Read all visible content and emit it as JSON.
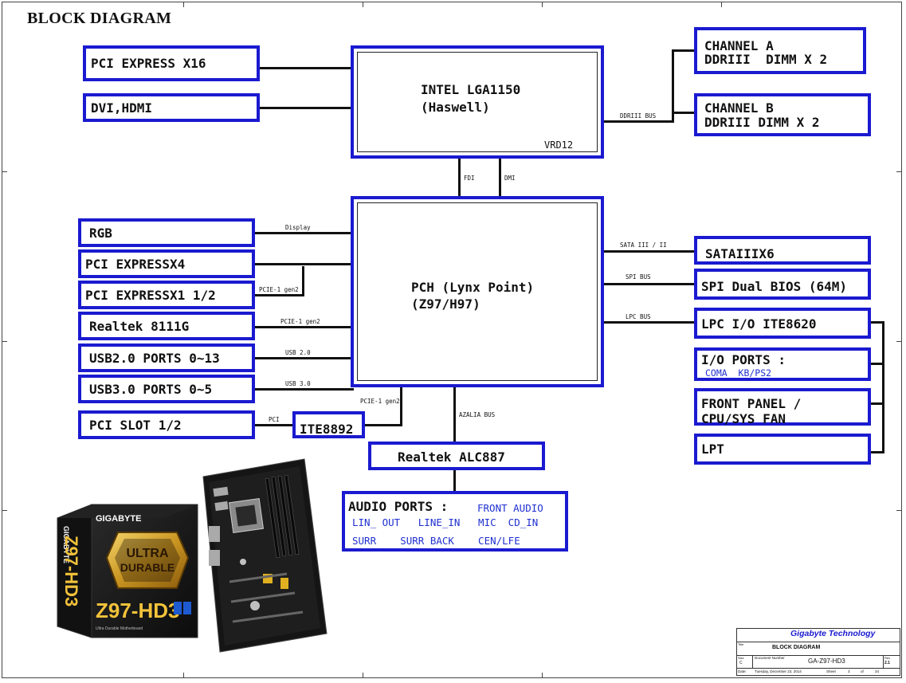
{
  "title": "BLOCK DIAGRAM",
  "blocks": {
    "pcie_x16": "PCI EXPRESS X16",
    "dvi_hdmi": "DVI,HDMI",
    "cpu_line1": "INTEL LGA1150",
    "cpu_line2": "(Haswell)",
    "cpu_vrd": "VRD12",
    "chan_a_line1": "CHANNEL A",
    "chan_a_line2": "DDRIII  DIMM X 2",
    "chan_b_line1": "CHANNEL B",
    "chan_b_line2": "DDRIII DIMM X 2",
    "rgb": "RGB",
    "pcie_x4": "PCI EXPRESSX4",
    "pcie_x1": "PCI EXPRESSX1 1/2",
    "realtek_lan": "Realtek 8111G",
    "usb2": "USB2.0 PORTS 0~13",
    "usb3": "USB3.0 PORTS 0~5",
    "pci_slot": "PCI SLOT 1/2",
    "ite8892": "ITE8892",
    "pch_line1": "PCH (Lynx Point)",
    "pch_line2": "(Z97/H97)",
    "sata": "SATAIIIX6",
    "spi_bios": "SPI Dual BIOS (64M)",
    "lpc_io": "LPC I/O ITE8620",
    "io_ports": "I/O PORTS :",
    "io_ports_sub": "COMA  KB/PS2",
    "front_panel_line1": "FRONT PANEL /",
    "front_panel_line2": "CPU/SYS FAN",
    "lpt": "LPT",
    "audio_codec": "Realtek ALC887",
    "audio_ports": "AUDIO PORTS :",
    "audio_front": "FRONT AUDIO",
    "audio_row1": "LIN_ OUT   LINE_IN   MIC  CD_IN",
    "audio_row2": "SURR    SURR BACK    CEN/LFE"
  },
  "bus_labels": {
    "ddr_bus": "DDRIII BUS",
    "fdi": "FDI",
    "dmi": "DMI",
    "display": "Display",
    "pcie1_gen2_a": "PCIE-1 gen2",
    "pcie1_gen2_b": "PCIE-1 gen2",
    "pcie1_gen2_c": "PCIE-1 gen2",
    "usb20": "USB 2.0",
    "usb30": "USB 3.0",
    "pci": "PCI",
    "azalia": "AZALIA BUS",
    "sata_bus": "SATA III / II",
    "spi_bus": "SPI BUS",
    "lpc_bus": "LPC BUS"
  },
  "product_image": {
    "brand": "GIGABYTE",
    "badge_line1": "ULTRA",
    "badge_line2": "DURABLE",
    "model": "Z97-HD3",
    "side_model": "Z97-HD3",
    "caption": "Ultra Durable Motherboard"
  },
  "title_block": {
    "company": "Gigabyte Technology",
    "title_label": "Title",
    "title_value": "BLOCK DIAGRAM",
    "size_label": "Size",
    "size_value": "C",
    "docnum_label": "Document Number",
    "docnum_value": "GA-Z97-HD3",
    "rev_label": "Rev",
    "rev_value": "2.1",
    "date_label": "Date:",
    "date_value": "Tuesday, December 23, 2014",
    "sheet_label": "Sheet",
    "sheet_value": "3",
    "of_label": "of",
    "of_value": "34"
  },
  "colors": {
    "box_border": "#1a1ad0",
    "wire": "#111111",
    "sub_text": "#2030d0",
    "company": "#1a1ad0"
  }
}
